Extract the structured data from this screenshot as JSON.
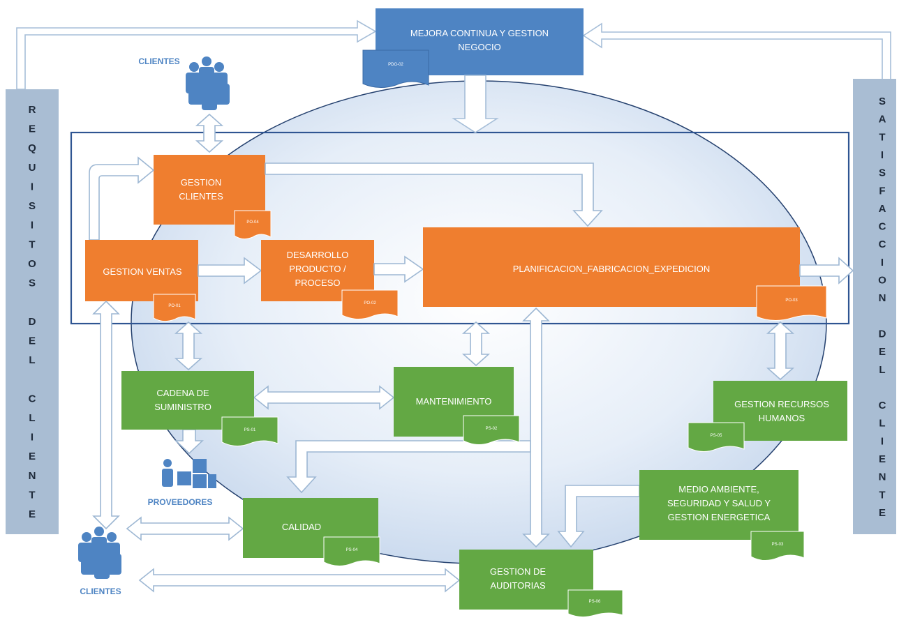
{
  "colors": {
    "orange": "#ef7e2f",
    "green": "#63a844",
    "blue": "#4e84c3",
    "side_bar": "#a9bdd3",
    "frame": "#2f5592",
    "icon_blue": "#4e84c3"
  },
  "top": {
    "title_line1": "MEJORA CONTINUA Y GESTION",
    "title_line2": "NEGOCIO",
    "doc": "PDG-02"
  },
  "left_bar": {
    "letters": [
      "R",
      "E",
      "Q",
      "U",
      "I",
      "S",
      "I",
      "T",
      "O",
      "S",
      "",
      "D",
      "E",
      "L",
      "",
      "C",
      "L",
      "I",
      "E",
      "N",
      "T",
      "E"
    ]
  },
  "right_bar": {
    "letters": [
      "S",
      "A",
      "T",
      "I",
      "S",
      "F",
      "A",
      "C",
      "C",
      "I",
      "O",
      "N",
      "",
      "D",
      "E",
      "L",
      "",
      "C",
      "L",
      "I",
      "E",
      "N",
      "T",
      "E"
    ]
  },
  "icons": {
    "clientes_top": {
      "label": "CLIENTES",
      "icon": "people-icon"
    },
    "clientes_bottom": {
      "label": "CLIENTES",
      "icon": "people-icon"
    },
    "proveedores": {
      "label": "PROVEEDORES",
      "icon": "supplier-icon"
    }
  },
  "orange_boxes": {
    "gestion_clientes": {
      "line1": "GESTION",
      "line2": "CLIENTES",
      "doc": "PO-04"
    },
    "gestion_ventas": {
      "line1": "GESTION VENTAS",
      "doc": "PO-01"
    },
    "desarrollo": {
      "line1": "DESARROLLO",
      "line2": "PRODUCTO /",
      "line3": "PROCESO",
      "doc": "PO-02"
    },
    "planificacion": {
      "line1": "PLANIFICACION_FABRICACION_EXPEDICION",
      "doc": "PO-03"
    }
  },
  "green_boxes": {
    "cadena": {
      "line1": "CADENA DE",
      "line2": "SUMINISTRO",
      "doc": "PS-01"
    },
    "mantenimiento": {
      "line1": "MANTENIMIENTO",
      "doc": "PS-02"
    },
    "rrhh": {
      "line1": "GESTION RECURSOS",
      "line2": "HUMANOS",
      "doc": "PS-05"
    },
    "medio_ambiente": {
      "line1": "MEDIO AMBIENTE,",
      "line2": "SEGURIDAD Y SALUD Y",
      "line3": "GESTION ENERGETICA",
      "doc": "PS-03"
    },
    "calidad": {
      "line1": "CALIDAD",
      "doc": "PS-04"
    },
    "auditorias": {
      "line1": "GESTION DE",
      "line2": "AUDITORIAS",
      "doc": "PS-06"
    }
  }
}
